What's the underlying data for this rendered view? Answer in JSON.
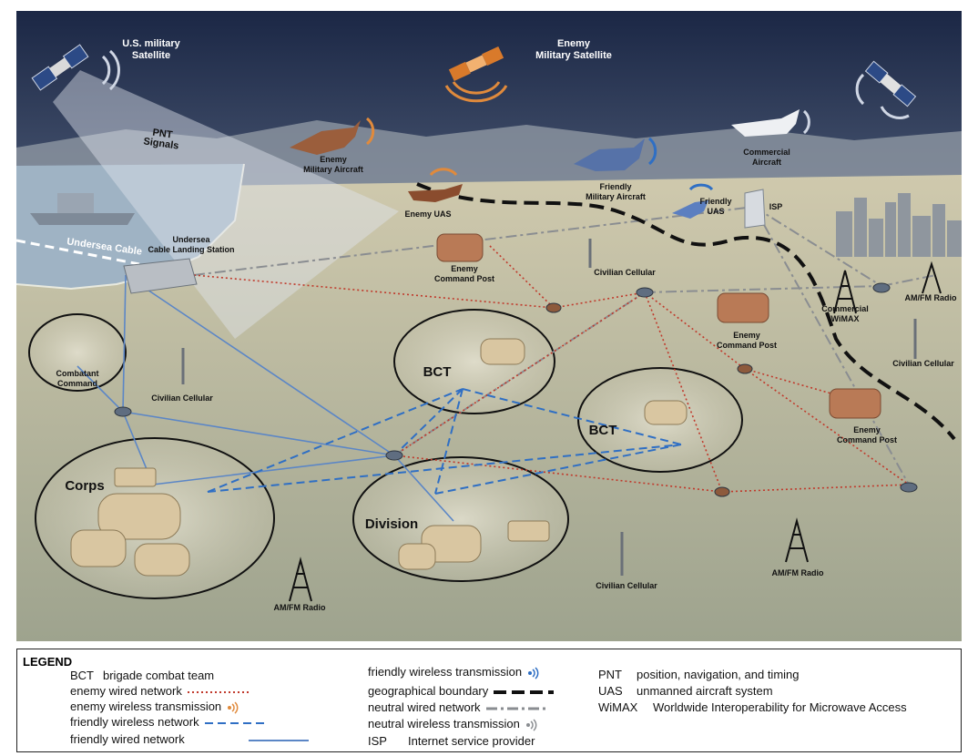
{
  "scene_labels": {
    "us_satellite": "U.S. military\nSatellite",
    "enemy_satellite": "Enemy\nMilitary Satellite",
    "pnt_signals": "PNT\nSignals",
    "enemy_aircraft": "Enemy\nMilitary Aircraft",
    "friendly_aircraft": "Friendly\nMilitary Aircraft",
    "commercial_aircraft": "Commercial\nAircraft",
    "enemy_uas": "Enemy UAS",
    "friendly_uas": "Friendly\nUAS",
    "isp": "ISP",
    "undersea_cable": "Undersea Cable",
    "landing_station": "Undersea\nCable Landing Station",
    "enemy_cp_1": "Enemy\nCommand Post",
    "enemy_cp_2": "Enemy\nCommand Post",
    "enemy_cp_3": "Enemy\nCommand Post",
    "civ_cell_1": "Civilian Cellular",
    "civ_cell_2": "Civilian Cellular",
    "civ_cell_3": "Civilian Cellular",
    "civ_cell_4": "Civilian Cellular",
    "commercial_wimax": "Commercial\nWiMAX",
    "amfm_1": "AM/FM Radio",
    "amfm_2": "AM/FM Radio",
    "amfm_3": "AM/FM Radio",
    "combatant_command": "Combatant\nCommand",
    "bct_1": "BCT",
    "bct_2": "BCT",
    "corps": "Corps",
    "division": "Division"
  },
  "legend": {
    "title": "LEGEND",
    "col1": [
      {
        "abbr": "BCT",
        "text": "brigade combat team",
        "swatch": "none"
      },
      {
        "abbr": "",
        "text": "enemy wired network",
        "swatch": "enemy-wired"
      },
      {
        "abbr": "",
        "text": "enemy wireless transmission",
        "swatch": "enemy-wireless"
      },
      {
        "abbr": "",
        "text": "friendly wireless network",
        "swatch": "friendly-wireless"
      },
      {
        "abbr": "",
        "text": "friendly wired network",
        "swatch": "friendly-wired"
      }
    ],
    "col2": [
      {
        "abbr": "",
        "text": "friendly wireless transmission",
        "swatch": "friendly-tx"
      },
      {
        "abbr": "",
        "text": "geographical boundary",
        "swatch": "boundary"
      },
      {
        "abbr": "",
        "text": "neutral wired network",
        "swatch": "neutral-wired"
      },
      {
        "abbr": "",
        "text": "neutral wireless transmission",
        "swatch": "neutral-tx"
      },
      {
        "abbr": "ISP",
        "text": "Internet service provider",
        "swatch": "none"
      }
    ],
    "col3": [
      {
        "abbr": "PNT",
        "text": "position, navigation, and timing"
      },
      {
        "abbr": "UAS",
        "text": "unmanned aircraft system"
      },
      {
        "abbr": "WiMAX",
        "text": "Worldwide Interoperability for Microwave Access"
      }
    ]
  },
  "colors": {
    "enemy": "#c0392b",
    "enemy_tx": "#e08a3c",
    "friendly": "#2f6fc4",
    "friendly_wired": "#5b86c6",
    "neutral": "#8a8d91",
    "boundary": "#111111",
    "sky_top": "#1d2a48",
    "terrain": "#b9b59a"
  }
}
